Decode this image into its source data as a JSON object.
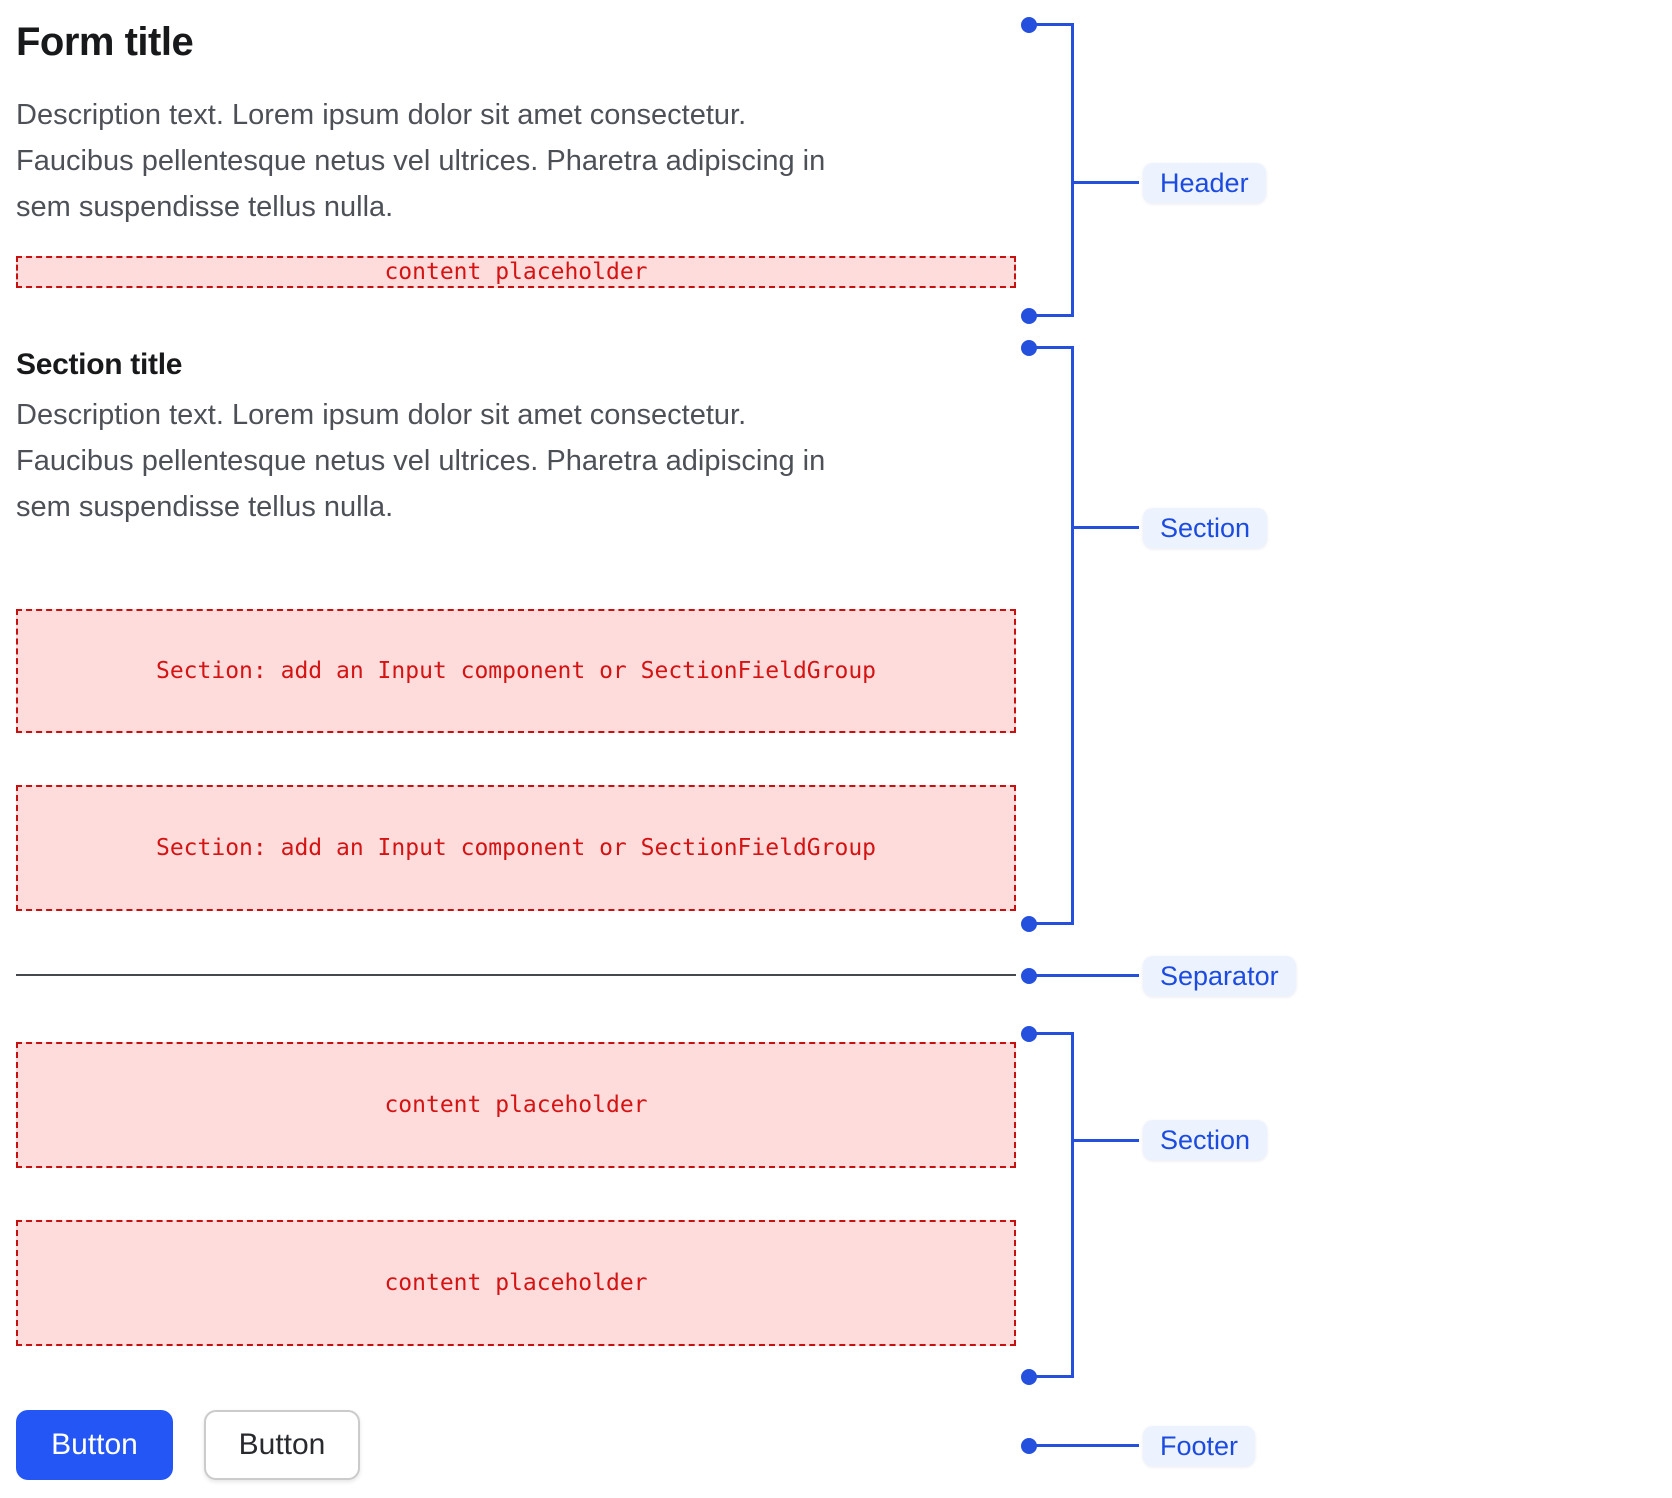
{
  "form": {
    "header": {
      "title": "Form title",
      "description_lines": [
        "Description text. Lorem ipsum dolor sit amet consectetur.",
        "Faucibus pellentesque netus vel ultrices. Pharetra adipiscing in",
        "sem suspendisse tellus nulla."
      ],
      "placeholder": "content placeholder"
    },
    "section_one": {
      "title": "Section title",
      "description_lines": [
        "Description text. Lorem ipsum dolor sit amet consectetur.",
        "Faucibus pellentesque netus vel ultrices. Pharetra adipiscing in",
        "sem suspendisse tellus nulla."
      ],
      "boxes": [
        "Section: add an Input component or SectionFieldGroup",
        "Section: add an Input component or SectionFieldGroup"
      ]
    },
    "section_two": {
      "boxes": [
        "content placeholder",
        "content placeholder"
      ]
    },
    "footer": {
      "primary_button": "Button",
      "secondary_button": "Button"
    }
  },
  "annotations": {
    "header": {
      "label": "Header"
    },
    "section_one": {
      "label": "Section"
    },
    "separator": {
      "label": "Separator"
    },
    "section_two": {
      "label": "Section"
    },
    "footer": {
      "label": "Footer"
    }
  },
  "colors": {
    "placeholder_fill": "#ffdcdc",
    "placeholder_border": "#c61111",
    "placeholder_text": "#d41313",
    "annotation_blue": "#2450dd",
    "annotation_pill_bg": "#ecf2fe",
    "annotation_pill_text": "#1c4be0",
    "primary_button_bg": "#2356f5",
    "separator_line": "#45484e",
    "heading_text": "#18191b",
    "description_text": "#4d5157"
  }
}
